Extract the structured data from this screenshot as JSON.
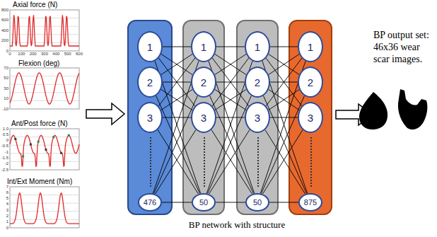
{
  "diagram": {
    "nodes": [
      {
        "text": []
      },
      {
        "text": [
          "1"
        ],
        "in": 0
      },
      {
        "text": [
          "2"
        ],
        "in": 0
      },
      {
        "text": [
          "3"
        ],
        "in": 0
      },
      {
        "text": [
          "476"
        ],
        "in": 0
      },
      {
        "text": []
      },
      {
        "text": [
          "1"
        ],
        "in": 5
      },
      {
        "text": [
          "2"
        ],
        "in": 5
      },
      {
        "text": [
          "3"
        ],
        "in": 5
      },
      {
        "text": [
          "50"
        ],
        "in": 5
      },
      {
        "text": []
      },
      {
        "text": [
          "1"
        ],
        "in": 10
      },
      {
        "text": [
          "2"
        ],
        "in": 10
      },
      {
        "text": [
          "3"
        ],
        "in": 10
      },
      {
        "text": [
          "50"
        ],
        "in": 10
      },
      {
        "text": []
      },
      {
        "text": [
          "1"
        ],
        "in": 15
      },
      {
        "text": [
          "2"
        ],
        "in": 15
      },
      {
        "text": [
          "3"
        ],
        "in": 15
      },
      {
        "text": [
          "875"
        ],
        "in": 15
      }
    ],
    "edges": [
      {
        "from": 1,
        "to": 6,
        "arrow": "none"
      },
      {
        "from": 1,
        "to": 7,
        "arrow": "none"
      },
      {
        "from": 1,
        "to": 8,
        "arrow": "none"
      },
      {
        "from": 1,
        "to": 9,
        "arrow": "none"
      },
      {
        "from": 2,
        "to": 6,
        "arrow": "none"
      },
      {
        "from": 2,
        "to": 7,
        "arrow": "none"
      },
      {
        "from": 2,
        "to": 8,
        "arrow": "none"
      },
      {
        "from": 2,
        "to": 9,
        "arrow": "none"
      },
      {
        "from": 3,
        "to": 6,
        "arrow": "none"
      },
      {
        "from": 3,
        "to": 7,
        "arrow": "none"
      },
      {
        "from": 3,
        "to": 8,
        "arrow": "none"
      },
      {
        "from": 3,
        "to": 9,
        "arrow": "none"
      },
      {
        "from": 4,
        "to": 6,
        "arrow": "none"
      },
      {
        "from": 4,
        "to": 7,
        "arrow": "none"
      },
      {
        "from": 4,
        "to": 8,
        "arrow": "none"
      },
      {
        "from": 4,
        "to": 9,
        "arrow": "none"
      },
      {
        "from": 6,
        "to": 11,
        "arrow": "none"
      },
      {
        "from": 6,
        "to": 12,
        "arrow": "none"
      },
      {
        "from": 6,
        "to": 13,
        "arrow": "none"
      },
      {
        "from": 6,
        "to": 14,
        "arrow": "none"
      },
      {
        "from": 7,
        "to": 11,
        "arrow": "none"
      },
      {
        "from": 7,
        "to": 12,
        "arrow": "none"
      },
      {
        "from": 7,
        "to": 13,
        "arrow": "none"
      },
      {
        "from": 7,
        "to": 14,
        "arrow": "none"
      },
      {
        "from": 8,
        "to": 11,
        "arrow": "none"
      },
      {
        "from": 8,
        "to": 12,
        "arrow": "none"
      },
      {
        "from": 8,
        "to": 13,
        "arrow": "none"
      },
      {
        "from": 8,
        "to": 14,
        "arrow": "none"
      },
      {
        "from": 9,
        "to": 11,
        "arrow": "none"
      },
      {
        "from": 9,
        "to": 12,
        "arrow": "none"
      },
      {
        "from": 9,
        "to": 13,
        "arrow": "none"
      },
      {
        "from": 9,
        "to": 14,
        "arrow": "none"
      },
      {
        "from": 11,
        "to": 16,
        "arrow": "none"
      },
      {
        "from": 11,
        "to": 17,
        "arrow": "none"
      },
      {
        "from": 11,
        "to": 18,
        "arrow": "none"
      },
      {
        "from": 11,
        "to": 19,
        "arrow": "none"
      },
      {
        "from": 12,
        "to": 16,
        "arrow": "none"
      },
      {
        "from": 12,
        "to": 17,
        "arrow": "none"
      },
      {
        "from": 12,
        "to": 18,
        "arrow": "none"
      },
      {
        "from": 12,
        "to": 19,
        "arrow": "none"
      },
      {
        "from": 13,
        "to": 16,
        "arrow": "none"
      },
      {
        "from": 13,
        "to": 17,
        "arrow": "none"
      },
      {
        "from": 13,
        "to": 18,
        "arrow": "none"
      },
      {
        "from": 13,
        "to": 19,
        "arrow": "none"
      },
      {
        "from": 14,
        "to": 16,
        "arrow": "none"
      },
      {
        "from": 14,
        "to": 17,
        "arrow": "none"
      },
      {
        "from": 14,
        "to": 18,
        "arrow": "none"
      },
      {
        "from": 14,
        "to": 19,
        "arrow": "none"
      }
    ],
    "labels": [
      "Axial force (N)",
      "800",
      "600",
      "400",
      "200",
      "0",
      "0",
      "100",
      "200",
      "300",
      "400",
      "500",
      "600",
      "Flexion (deg)",
      "70",
      "50",
      "30",
      "10",
      "-10",
      "Ant/Post force (N)",
      "1.0",
      "0.5",
      "0",
      "-0.5",
      "-1",
      "-1.5",
      "-2",
      "-2.5",
      "Int/Ext Moment (Nm)",
      "7",
      "6",
      "5",
      "4",
      "3",
      "2",
      "1",
      "0",
      "BP network with structure",
      "BP output set: 46x36 wear scar images."
    ]
  }
}
